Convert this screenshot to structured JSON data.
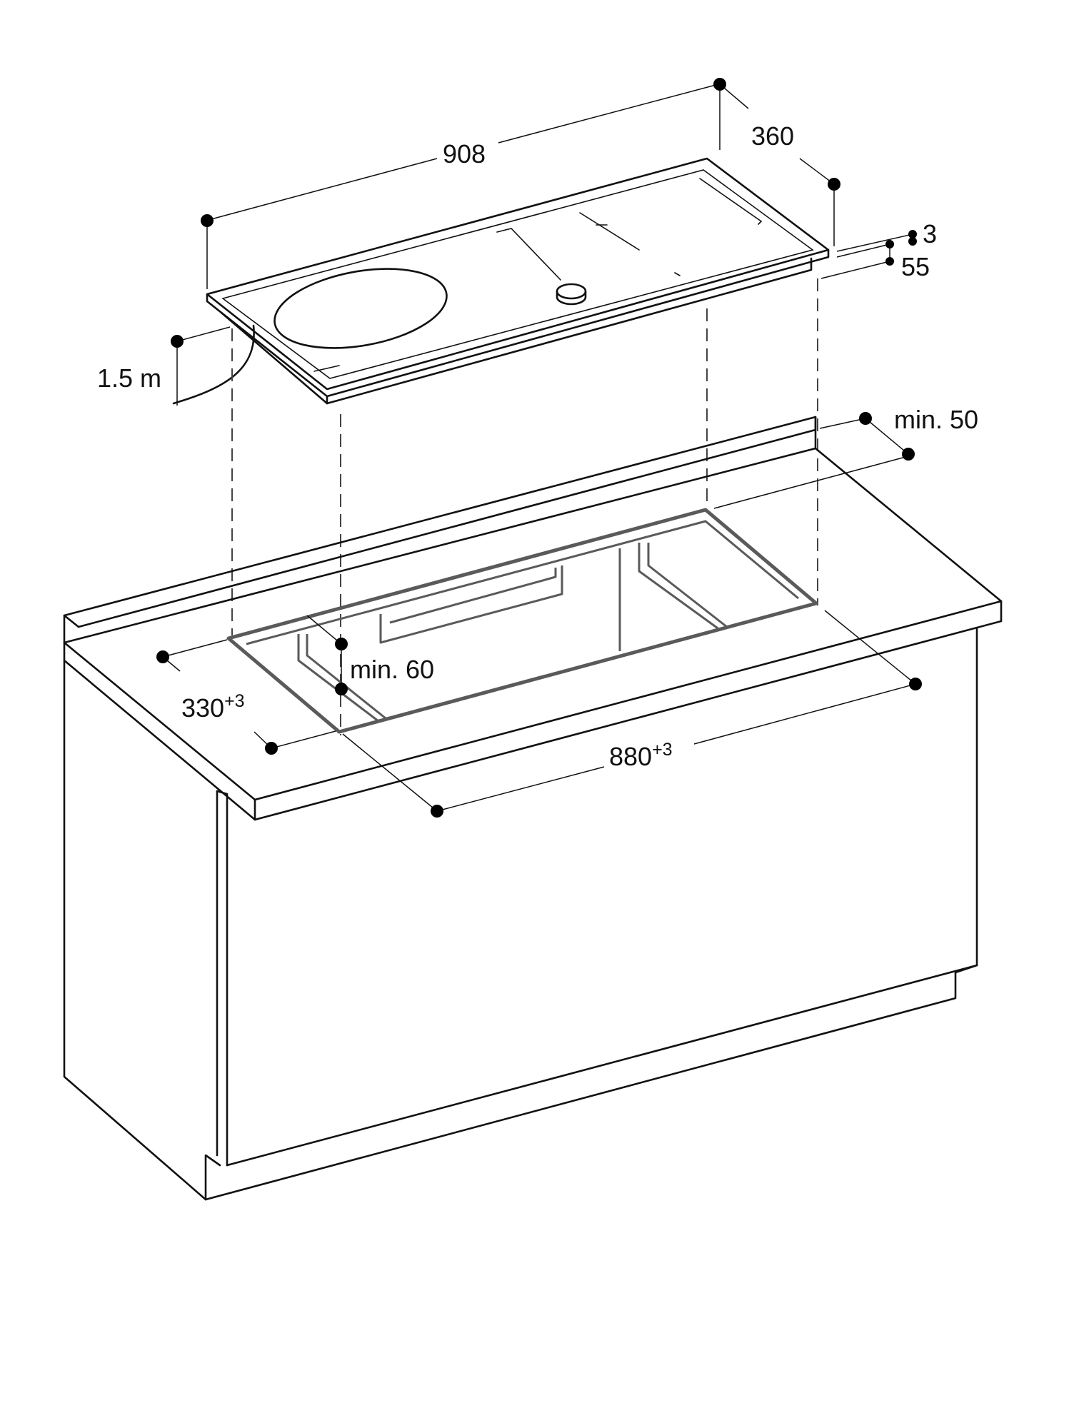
{
  "dimensions": {
    "hob_width": "908",
    "hob_depth": "360",
    "glass_thickness": "3",
    "installation_height": "55",
    "cable_length": "1.5 m",
    "rear_clearance": "min. 50",
    "front_clearance": "min. 60",
    "cutout_depth": "330",
    "cutout_depth_tolerance": "+3",
    "cutout_width": "880",
    "cutout_width_tolerance": "+3"
  }
}
